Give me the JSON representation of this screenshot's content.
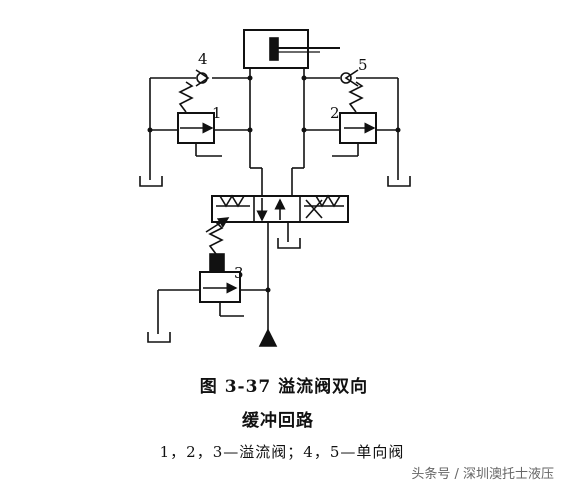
{
  "figure": {
    "caption_line1": "图 3-37   溢流阀双向",
    "caption_line2": "缓冲回路",
    "legend": "1，2，3—溢流阀；4，5—单向阀",
    "watermark": "头条号 / 深圳澳托士液压"
  },
  "components": {
    "relief_valve_1": "1",
    "relief_valve_2": "2",
    "relief_valve_3": "3",
    "check_valve_4": "4",
    "check_valve_5": "5"
  },
  "icons": [
    "cylinder-icon",
    "check-valve-icon",
    "relief-valve-icon",
    "directional-valve-icon",
    "pump-icon",
    "tank-icon"
  ],
  "colors": {
    "ink": "#111111",
    "background": "#ffffff"
  }
}
